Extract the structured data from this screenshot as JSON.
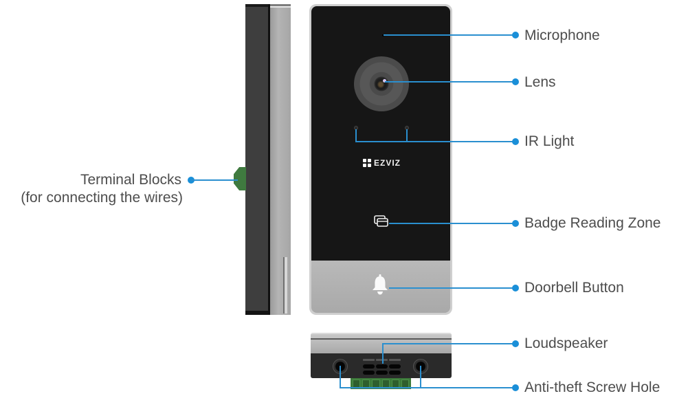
{
  "diagram": {
    "brand_logo": "EZVIZ",
    "accent_color": "#1a8fd8",
    "callouts": {
      "microphone": "Microphone",
      "lens": "Lens",
      "ir_light": "IR Light",
      "badge_reading_zone": "Badge Reading Zone",
      "doorbell_button": "Doorbell Button",
      "loudspeaker": "Loudspeaker",
      "anti_theft_screw_hole": "Anti-theft Screw Hole",
      "terminal_blocks": "Terminal Blocks",
      "terminal_blocks_note": "(for connecting the wires)"
    },
    "icons": {
      "badge": "card-icon",
      "doorbell": "bell-icon"
    }
  }
}
